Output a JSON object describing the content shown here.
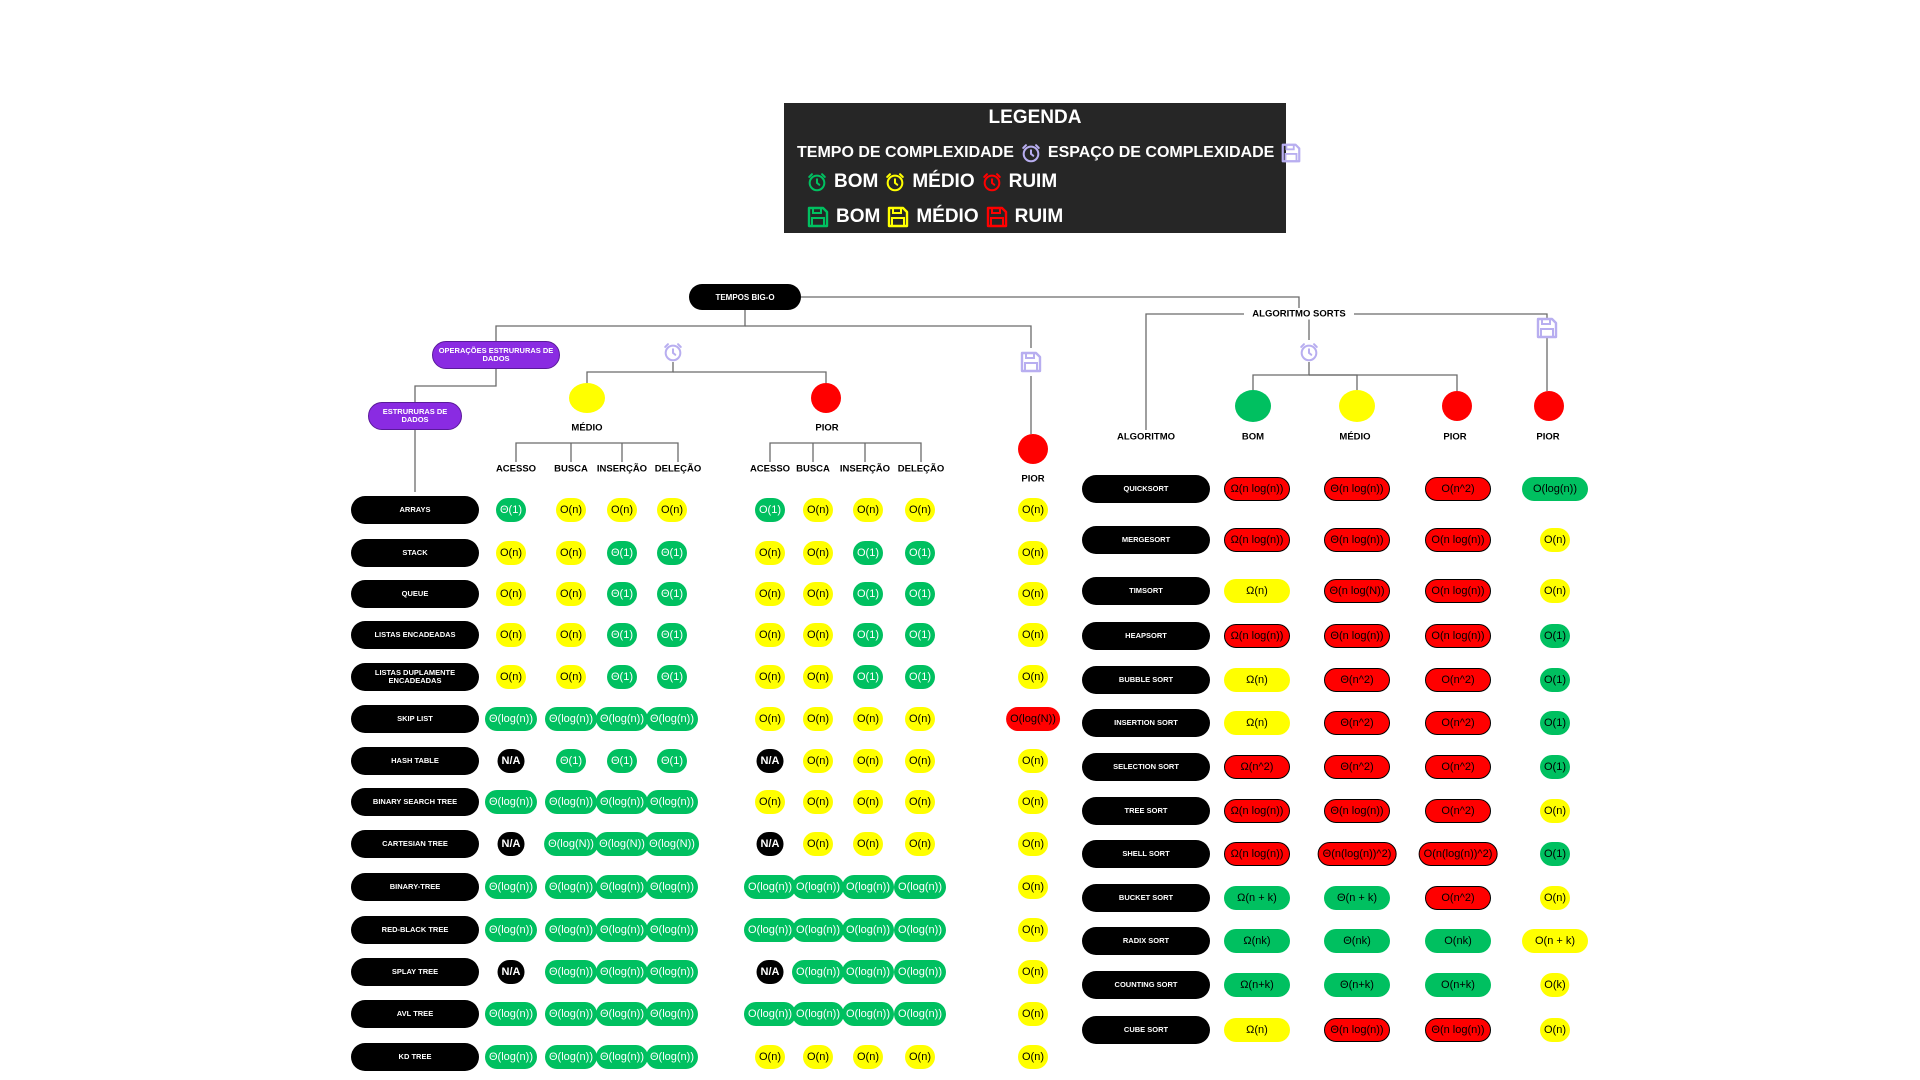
{
  "legend": {
    "title": "LEGENDA",
    "time_label": "TEMPO DE COMPLEXIDADE",
    "space_label": "ESPAÇO DE COMPLEXIDADE",
    "good": "BOM",
    "medium": "MÉDIO",
    "bad": "RUIM",
    "colors": {
      "good": "#00c060",
      "medium": "#ffff00",
      "bad": "#ff0000",
      "icon": "#9a8ee0"
    }
  },
  "tree": {
    "root": "TEMPOS BIG-O",
    "ds_ops": "OPERAÇÕES ESTRURURAS DE DADOS",
    "ds": "ESTRURURAS DE DADOS",
    "medio": "MÉDIO",
    "pior": "PIOR",
    "space_pior": "PIOR",
    "ops": [
      "ACESSO",
      "BUSCA",
      "INSERÇÃO",
      "DELEÇÃO"
    ],
    "sorts": "ALGORITMO SORTS",
    "algoritmo": "ALGORITMO",
    "sort_cols": [
      "BOM",
      "MÉDIO",
      "PIOR",
      "PIOR"
    ]
  },
  "data_structures": [
    {
      "name": "ARRAYS",
      "avg": [
        [
          "Θ(1)",
          "g"
        ],
        [
          "O(n)",
          "y"
        ],
        [
          "O(n)",
          "y"
        ],
        [
          "O(n)",
          "y"
        ]
      ],
      "worst": [
        [
          "O(1)",
          "g"
        ],
        [
          "O(n)",
          "y"
        ],
        [
          "O(n)",
          "y"
        ],
        [
          "O(n)",
          "y"
        ]
      ],
      "space": [
        "O(n)",
        "y"
      ]
    },
    {
      "name": "STACK",
      "avg": [
        [
          "O(n)",
          "y"
        ],
        [
          "O(n)",
          "y"
        ],
        [
          "Θ(1)",
          "g"
        ],
        [
          "Θ(1)",
          "g"
        ]
      ],
      "worst": [
        [
          "O(n)",
          "y"
        ],
        [
          "O(n)",
          "y"
        ],
        [
          "O(1)",
          "g"
        ],
        [
          "O(1)",
          "g"
        ]
      ],
      "space": [
        "O(n)",
        "y"
      ]
    },
    {
      "name": "QUEUE",
      "avg": [
        [
          "O(n)",
          "y"
        ],
        [
          "O(n)",
          "y"
        ],
        [
          "Θ(1)",
          "g"
        ],
        [
          "Θ(1)",
          "g"
        ]
      ],
      "worst": [
        [
          "O(n)",
          "y"
        ],
        [
          "O(n)",
          "y"
        ],
        [
          "O(1)",
          "g"
        ],
        [
          "O(1)",
          "g"
        ]
      ],
      "space": [
        "O(n)",
        "y"
      ]
    },
    {
      "name": "LISTAS ENCADEADAS",
      "avg": [
        [
          "O(n)",
          "y"
        ],
        [
          "O(n)",
          "y"
        ],
        [
          "Θ(1)",
          "g"
        ],
        [
          "Θ(1)",
          "g"
        ]
      ],
      "worst": [
        [
          "O(n)",
          "y"
        ],
        [
          "O(n)",
          "y"
        ],
        [
          "O(1)",
          "g"
        ],
        [
          "O(1)",
          "g"
        ]
      ],
      "space": [
        "O(n)",
        "y"
      ]
    },
    {
      "name": "LISTAS DUPLAMENTE ENCADEADAS",
      "avg": [
        [
          "O(n)",
          "y"
        ],
        [
          "O(n)",
          "y"
        ],
        [
          "Θ(1)",
          "g"
        ],
        [
          "Θ(1)",
          "g"
        ]
      ],
      "worst": [
        [
          "O(n)",
          "y"
        ],
        [
          "O(n)",
          "y"
        ],
        [
          "O(1)",
          "g"
        ],
        [
          "O(1)",
          "g"
        ]
      ],
      "space": [
        "O(n)",
        "y"
      ]
    },
    {
      "name": "SKIP LIST",
      "avg": [
        [
          "Θ(log(n))",
          "g"
        ],
        [
          "Θ(log(n))",
          "g"
        ],
        [
          "Θ(log(n))",
          "g"
        ],
        [
          "Θ(log(n))",
          "g"
        ]
      ],
      "worst": [
        [
          "O(n)",
          "y"
        ],
        [
          "O(n)",
          "y"
        ],
        [
          "O(n)",
          "y"
        ],
        [
          "O(n)",
          "y"
        ]
      ],
      "space": [
        "O(log(N))",
        "r"
      ]
    },
    {
      "name": "HASH TABLE",
      "avg": [
        [
          "N/A",
          "n"
        ],
        [
          "Θ(1)",
          "g"
        ],
        [
          "Θ(1)",
          "g"
        ],
        [
          "Θ(1)",
          "g"
        ]
      ],
      "worst": [
        [
          "N/A",
          "n"
        ],
        [
          "O(n)",
          "y"
        ],
        [
          "O(n)",
          "y"
        ],
        [
          "O(n)",
          "y"
        ]
      ],
      "space": [
        "O(n)",
        "y"
      ]
    },
    {
      "name": "BINARY SEARCH TREE",
      "avg": [
        [
          "Θ(log(n))",
          "g"
        ],
        [
          "Θ(log(n))",
          "g"
        ],
        [
          "Θ(log(n))",
          "g"
        ],
        [
          "Θ(log(n))",
          "g"
        ]
      ],
      "worst": [
        [
          "O(n)",
          "y"
        ],
        [
          "O(n)",
          "y"
        ],
        [
          "O(n)",
          "y"
        ],
        [
          "O(n)",
          "y"
        ]
      ],
      "space": [
        "O(n)",
        "y"
      ]
    },
    {
      "name": "CARTESIAN TREE",
      "avg": [
        [
          "N/A",
          "n"
        ],
        [
          "Θ(log(N))",
          "g"
        ],
        [
          "Θ(log(N))",
          "g"
        ],
        [
          "Θ(log(N))",
          "g"
        ]
      ],
      "worst": [
        [
          "N/A",
          "n"
        ],
        [
          "O(n)",
          "y"
        ],
        [
          "O(n)",
          "y"
        ],
        [
          "O(n)",
          "y"
        ]
      ],
      "space": [
        "O(n)",
        "y"
      ]
    },
    {
      "name": "BINARY-TREE",
      "avg": [
        [
          "Θ(log(n))",
          "g"
        ],
        [
          "Θ(log(n))",
          "g"
        ],
        [
          "Θ(log(n))",
          "g"
        ],
        [
          "Θ(log(n))",
          "g"
        ]
      ],
      "worst": [
        [
          "O(log(n))",
          "g"
        ],
        [
          "O(log(n))",
          "g"
        ],
        [
          "O(log(n))",
          "g"
        ],
        [
          "O(log(n))",
          "g"
        ]
      ],
      "space": [
        "O(n)",
        "y"
      ]
    },
    {
      "name": "RED-BLACK TREE",
      "avg": [
        [
          "Θ(log(n))",
          "g"
        ],
        [
          "Θ(log(n))",
          "g"
        ],
        [
          "Θ(log(n))",
          "g"
        ],
        [
          "Θ(log(n))",
          "g"
        ]
      ],
      "worst": [
        [
          "O(log(n))",
          "g"
        ],
        [
          "O(log(n))",
          "g"
        ],
        [
          "O(log(n))",
          "g"
        ],
        [
          "O(log(n))",
          "g"
        ]
      ],
      "space": [
        "O(n)",
        "y"
      ]
    },
    {
      "name": "SPLAY TREE",
      "avg": [
        [
          "N/A",
          "n"
        ],
        [
          "Θ(log(n))",
          "g"
        ],
        [
          "Θ(log(n))",
          "g"
        ],
        [
          "Θ(log(n))",
          "g"
        ]
      ],
      "worst": [
        [
          "N/A",
          "n"
        ],
        [
          "O(log(n))",
          "g"
        ],
        [
          "O(log(n))",
          "g"
        ],
        [
          "O(log(n))",
          "g"
        ]
      ],
      "space": [
        "O(n)",
        "y"
      ]
    },
    {
      "name": "AVL TREE",
      "avg": [
        [
          "Θ(log(n))",
          "g"
        ],
        [
          "Θ(log(n))",
          "g"
        ],
        [
          "Θ(log(n))",
          "g"
        ],
        [
          "Θ(log(n))",
          "g"
        ]
      ],
      "worst": [
        [
          "O(log(n))",
          "g"
        ],
        [
          "O(log(n))",
          "g"
        ],
        [
          "O(log(n))",
          "g"
        ],
        [
          "O(log(n))",
          "g"
        ]
      ],
      "space": [
        "O(n)",
        "y"
      ]
    },
    {
      "name": "KD TREE",
      "avg": [
        [
          "Θ(log(n))",
          "g"
        ],
        [
          "Θ(log(n))",
          "g"
        ],
        [
          "Θ(log(n))",
          "g"
        ],
        [
          "Θ(log(n))",
          "g"
        ]
      ],
      "worst": [
        [
          "O(n)",
          "y"
        ],
        [
          "O(n)",
          "y"
        ],
        [
          "O(n)",
          "y"
        ],
        [
          "O(n)",
          "y"
        ]
      ],
      "space": [
        "O(n)",
        "y"
      ]
    }
  ],
  "sorts": [
    {
      "name": "QUICKSORT",
      "cells": [
        [
          "Ω(n log(n))",
          "r"
        ],
        [
          "Θ(n log(n))",
          "r"
        ],
        [
          "O(n^2)",
          "r"
        ],
        [
          "O(log(n))",
          "g"
        ]
      ]
    },
    {
      "name": "MERGESORT",
      "cells": [
        [
          "Ω(n log(n))",
          "r"
        ],
        [
          "Θ(n log(n))",
          "r"
        ],
        [
          "O(n log(n))",
          "r"
        ],
        [
          "O(n)",
          "y"
        ]
      ]
    },
    {
      "name": "TIMSORT",
      "cells": [
        [
          "Ω(n)",
          "y"
        ],
        [
          "Θ(n log(N))",
          "r"
        ],
        [
          "O(n log(n))",
          "r"
        ],
        [
          "O(n)",
          "y"
        ]
      ]
    },
    {
      "name": "HEAPSORT",
      "cells": [
        [
          "Ω(n log(n))",
          "r"
        ],
        [
          "Θ(n log(n))",
          "r"
        ],
        [
          "O(n log(n))",
          "r"
        ],
        [
          "O(1)",
          "g"
        ]
      ]
    },
    {
      "name": "BUBBLE SORT",
      "cells": [
        [
          "Ω(n)",
          "y"
        ],
        [
          "Θ(n^2)",
          "r"
        ],
        [
          "O(n^2)",
          "r"
        ],
        [
          "O(1)",
          "g"
        ]
      ]
    },
    {
      "name": "INSERTION SORT",
      "cells": [
        [
          "Ω(n)",
          "y"
        ],
        [
          "Θ(n^2)",
          "r"
        ],
        [
          "O(n^2)",
          "r"
        ],
        [
          "O(1)",
          "g"
        ]
      ]
    },
    {
      "name": "SELECTION SORT",
      "cells": [
        [
          "Ω(n^2)",
          "r"
        ],
        [
          "Θ(n^2)",
          "r"
        ],
        [
          "O(n^2)",
          "r"
        ],
        [
          "O(1)",
          "g"
        ]
      ]
    },
    {
      "name": "TREE SORT",
      "cells": [
        [
          "Ω(n log(n))",
          "r"
        ],
        [
          "Θ(n log(n))",
          "r"
        ],
        [
          "O(n^2)",
          "r"
        ],
        [
          "O(n)",
          "y"
        ]
      ]
    },
    {
      "name": "SHELL SORT",
      "cells": [
        [
          "Ω(n log(n))",
          "r"
        ],
        [
          "Θ(n(log(n))^2)",
          "r"
        ],
        [
          "O(n(log(n))^2)",
          "r"
        ],
        [
          "O(1)",
          "g"
        ]
      ]
    },
    {
      "name": "BUCKET SORT",
      "cells": [
        [
          "Ω(n + k)",
          "g"
        ],
        [
          "Θ(n + k)",
          "g"
        ],
        [
          "O(n^2)",
          "r"
        ],
        [
          "O(n)",
          "y"
        ]
      ]
    },
    {
      "name": "RADIX SORT",
      "cells": [
        [
          "Ω(nk)",
          "g"
        ],
        [
          "Θ(nk)",
          "g"
        ],
        [
          "O(nk)",
          "g"
        ],
        [
          "O(n + k)",
          "y"
        ]
      ]
    },
    {
      "name": "COUNTING SORT",
      "cells": [
        [
          "Ω(n+k)",
          "g"
        ],
        [
          "Θ(n+k)",
          "g"
        ],
        [
          "O(n+k)",
          "g"
        ],
        [
          "O(k)",
          "y"
        ]
      ]
    },
    {
      "name": "CUBE SORT",
      "cells": [
        [
          "Ω(n)",
          "y"
        ],
        [
          "Θ(n log(n))",
          "r"
        ],
        [
          "Θ(n log(n))",
          "r"
        ],
        [
          "O(n)",
          "y"
        ]
      ]
    }
  ]
}
